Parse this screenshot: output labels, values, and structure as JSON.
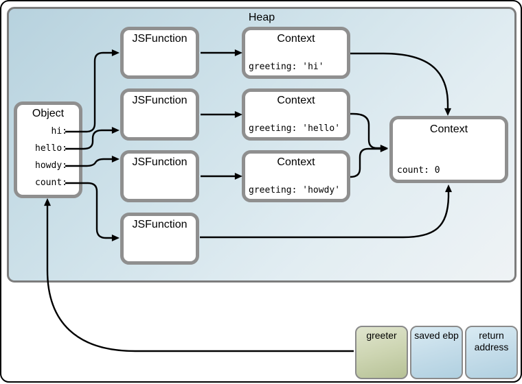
{
  "diagram": {
    "heap": {
      "label": "Heap"
    },
    "nodes": {
      "object": {
        "title": "Object",
        "fields": [
          "hi:",
          "hello:",
          "howdy:",
          "count:"
        ]
      },
      "jsfunction1": {
        "title": "JSFunction"
      },
      "jsfunction2": {
        "title": "JSFunction"
      },
      "jsfunction3": {
        "title": "JSFunction"
      },
      "jsfunction4": {
        "title": "JSFunction"
      },
      "context_hi": {
        "title": "Context",
        "field": "greeting: 'hi'"
      },
      "context_hello": {
        "title": "Context",
        "field": "greeting: 'hello'"
      },
      "context_howdy": {
        "title": "Context",
        "field": "greeting: 'howdy'"
      },
      "context_shared": {
        "title": "Context",
        "field": "count: 0"
      }
    },
    "stack": {
      "greeter": "greeter",
      "saved_ebp": "saved ebp",
      "return_address": "return address"
    },
    "edges": [
      {
        "from": "object.hi",
        "to": "jsfunction1"
      },
      {
        "from": "object.hello",
        "to": "jsfunction2"
      },
      {
        "from": "object.howdy",
        "to": "jsfunction3"
      },
      {
        "from": "object.count",
        "to": "jsfunction4"
      },
      {
        "from": "jsfunction1",
        "to": "context_hi"
      },
      {
        "from": "jsfunction2",
        "to": "context_hello"
      },
      {
        "from": "jsfunction3",
        "to": "context_howdy"
      },
      {
        "from": "jsfunction4",
        "to": "context_shared"
      },
      {
        "from": "context_hi",
        "to": "context_shared"
      },
      {
        "from": "context_hello",
        "to": "context_shared"
      },
      {
        "from": "context_howdy",
        "to": "context_shared"
      },
      {
        "from": "stack.greeter",
        "to": "object"
      }
    ],
    "colors": {
      "heap_gradient_start": "#b7d2de",
      "heap_gradient_end": "#eff3f5",
      "heap_border": "#7c7c7c",
      "node_border": "#8f8f8f",
      "node_fill": "#ffffff",
      "arrow": "#000000",
      "frame_border": "#000000",
      "slot_green_start": "#e0e5ce",
      "slot_green_end": "#b6c196",
      "slot_blue_start": "#d9ebf3",
      "slot_blue_end": "#b0d0e0"
    }
  }
}
